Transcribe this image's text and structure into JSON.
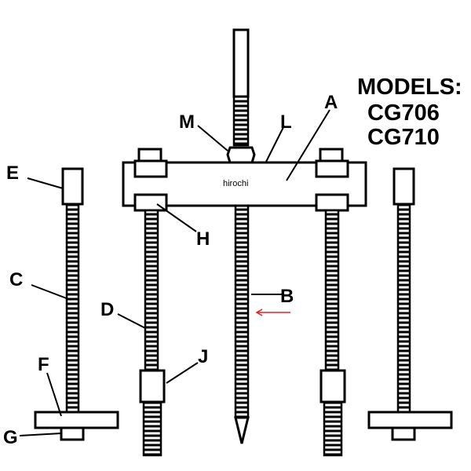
{
  "title": "Puller parts diagram",
  "models": {
    "heading": "MODELS:",
    "list": [
      "CG706",
      "CG710"
    ]
  },
  "watermark": "hirochi",
  "labels": {
    "A": "A",
    "B": "B",
    "C": "C",
    "D": "D",
    "E": "E",
    "F": "F",
    "G": "G",
    "H": "H",
    "J": "J",
    "L": "L",
    "M": "M"
  },
  "colors": {
    "ink": "#000000",
    "arrow": "#e02020"
  }
}
